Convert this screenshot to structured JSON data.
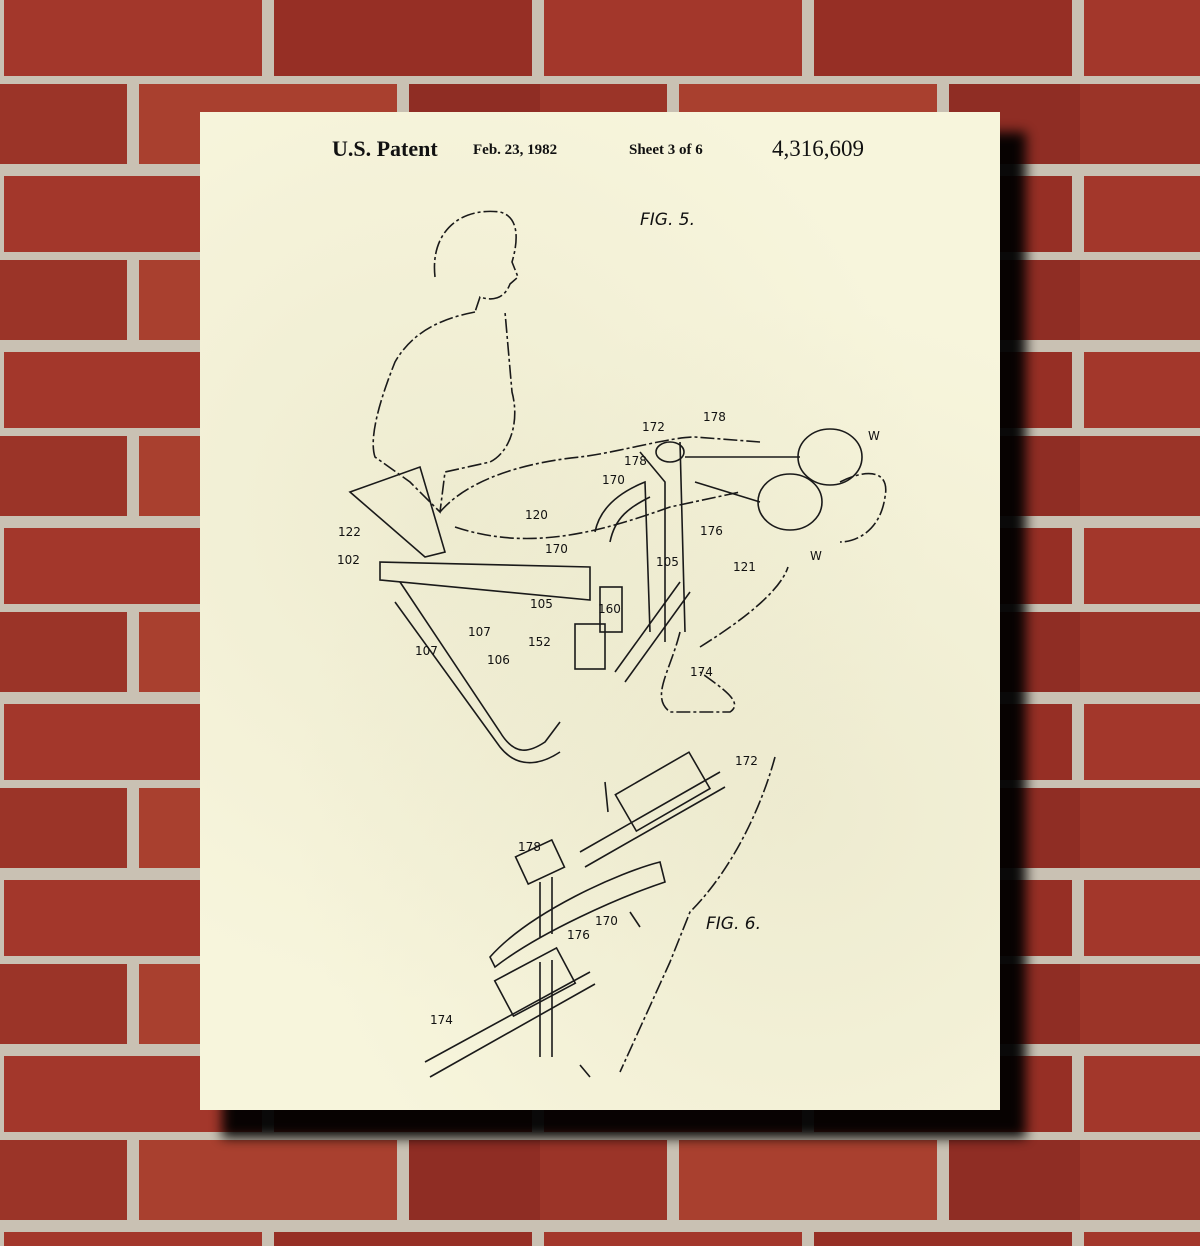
{
  "wall": {
    "brick_color": "#a0352a",
    "mortar_color": "#c9c1b3"
  },
  "poster": {
    "background_color": "#f7f5dc",
    "header": {
      "title": "U.S. Patent",
      "date": "Feb. 23, 1982",
      "sheet": "Sheet 3 of 6",
      "patent_number": "4,316,609"
    },
    "fig5": {
      "caption": "FIG. 5.",
      "labels": [
        "172",
        "178",
        "178",
        "170",
        "120",
        "122",
        "102",
        "170",
        "176",
        "105",
        "121",
        "105",
        "160",
        "152",
        "107",
        "107",
        "106",
        "174",
        "W",
        "W"
      ]
    },
    "fig6": {
      "caption": "FIG. 6.",
      "labels": [
        "172",
        "178",
        "170",
        "176",
        "174"
      ]
    }
  }
}
